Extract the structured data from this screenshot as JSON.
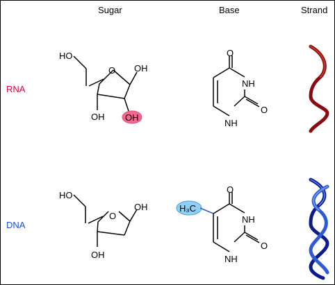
{
  "headers": {
    "sugar": "Sugar",
    "base": "Base",
    "strand": "Strand"
  },
  "rows": {
    "rna": {
      "label": "RNA",
      "color": "#e0003c"
    },
    "dna": {
      "label": "DNA",
      "color": "#1a4fd8"
    }
  },
  "atoms": {
    "hydroxyl": "OH",
    "ring_oxygen": "O",
    "carbonyl_oxygen": "O",
    "amine": "NH",
    "hydroxymethyl": "HO",
    "methyl": "H₃C"
  },
  "highlights": {
    "rna_hydroxyl_fill": "#f06a8f",
    "dna_methyl_fill": "#8fd0f5"
  },
  "strand_colors": {
    "rna": "#8b0a10",
    "dna_dark": "#0b1a8c",
    "dna_light": "#2d5bd8"
  }
}
